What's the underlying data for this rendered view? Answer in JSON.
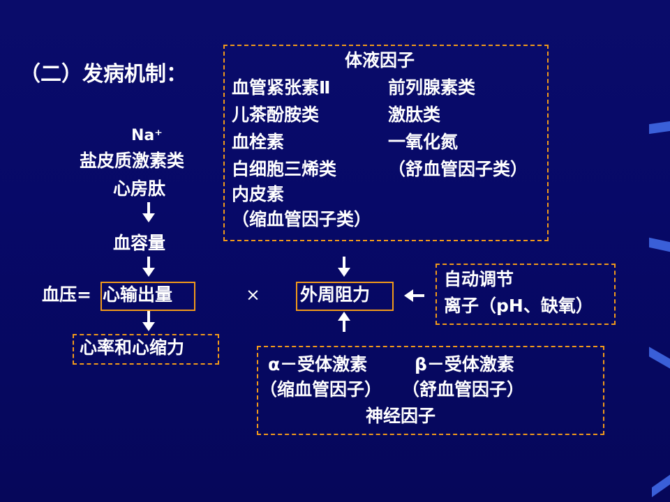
{
  "title": "（二）发病机制：",
  "left": {
    "na": "Na⁺",
    "aldosterone": "盐皮质激素类",
    "anp": "心房肽",
    "blood_volume": "血容量",
    "bp_label": "血压=",
    "cardiac_output": "心输出量",
    "heart_rate": "心率和心缩力"
  },
  "multiply": "×",
  "peripheral_resistance": "外周阻力",
  "humoral": {
    "heading": "体液因子",
    "col1": [
      "血管紧张素Ⅱ",
      "儿茶酚胺类",
      "血栓素",
      "白细胞三烯类",
      "内皮素",
      "（缩血管因子类）"
    ],
    "col2": [
      "前列腺素类",
      "激肽类",
      "一氧化氮",
      "（舒血管因子类）"
    ]
  },
  "auto_regulation": {
    "line1": "自动调节",
    "line2": "离子（pH、缺氧）"
  },
  "neural": {
    "alpha": "α－受体激素",
    "beta": "β－受体激素",
    "alpha_note": "（缩血管因子）",
    "beta_note": "（舒血管因子）",
    "footer": "神经因子"
  },
  "colors": {
    "background": "#07096a",
    "border": "#f29a1a",
    "text": "#ffffff"
  }
}
